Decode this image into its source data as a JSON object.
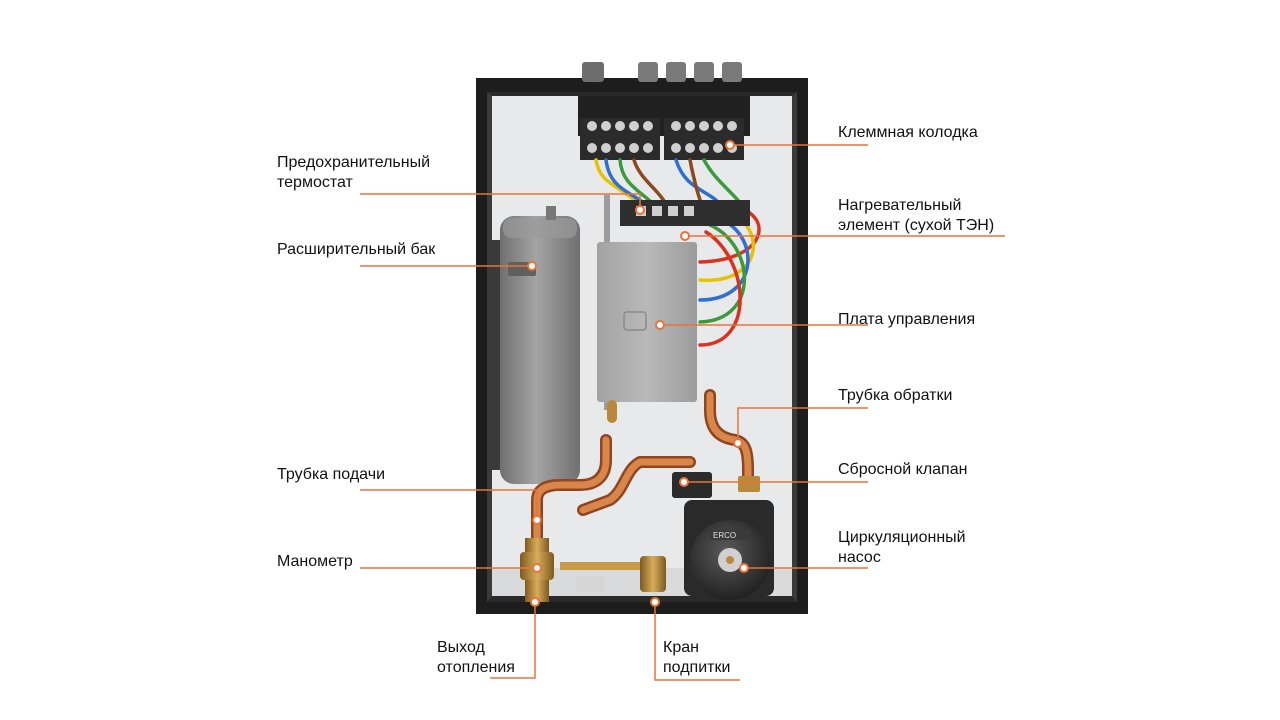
{
  "colors": {
    "leader": "#e8733a",
    "dot_fill": "#ffffff",
    "cabinet_frame": "#1c1c1c",
    "cabinet_inner": "#e6e7e9",
    "copper": "#c8703a",
    "brass": "#b8893a",
    "control_board": "#a9a9a9",
    "expansion_tank": "#8a8a8a",
    "pump_body": "#3a3a3a"
  },
  "icons": {
    "leader_end": "dot-marker-icon",
    "pump_badge": "erco-pump-icon"
  },
  "labels": {
    "terminal_block": "Клеммная колодка",
    "safety_thermostat": "Предохранительный\nтермостат",
    "heating_element": "Нагревательный\nэлемент (сухой ТЭН)",
    "expansion_tank": "Расширительный бак",
    "control_board": "Плата управления",
    "return_pipe": "Трубка обратки",
    "supply_pipe": "Трубка подачи",
    "relief_valve": "Сбросной клапан",
    "circulation_pump": "Циркуляционный\nнасос",
    "pressure_gauge": "Манометр",
    "heating_outlet": "Выход\nотопления",
    "makeup_valve": "Кран\nподпитки"
  },
  "pump_brand": "ERCO"
}
